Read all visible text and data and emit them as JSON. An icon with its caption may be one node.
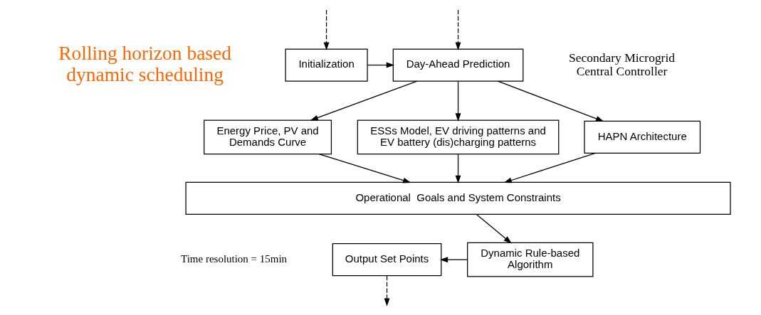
{
  "diagram": {
    "nodes": [
      {
        "text": [
          "Initialization"
        ]
      },
      {
        "text": [
          "Day-Ahead Prediction"
        ]
      },
      {
        "text": [
          "Energy Price, PV and Demands Curve"
        ]
      },
      {
        "text": [
          "ESSs Model, EV driving patterns and EV battery (dis)charging patterns"
        ]
      },
      {
        "text": [
          "HAPN Architecture"
        ]
      },
      {
        "text": [
          "Operational  Goals and System Constraints"
        ]
      },
      {
        "text": [
          "Dynamic Rule-based Algorithm"
        ]
      },
      {
        "text": [
          "Output Set Points"
        ]
      }
    ],
    "edges": [
      {
        "from": null,
        "to": 0,
        "arrow": "to",
        "style": "dashed"
      },
      {
        "from": null,
        "to": 1,
        "arrow": "to",
        "style": "dashed"
      },
      {
        "from": 0,
        "to": 1,
        "arrow": "to"
      },
      {
        "from": 1,
        "to": 2,
        "arrow": "to"
      },
      {
        "from": 1,
        "to": 3,
        "arrow": "to"
      },
      {
        "from": 1,
        "to": 4,
        "arrow": "to"
      },
      {
        "from": 2,
        "to": 5,
        "arrow": "to"
      },
      {
        "from": 3,
        "to": 5,
        "arrow": "to"
      },
      {
        "from": 4,
        "to": 5,
        "arrow": "to"
      },
      {
        "from": 5,
        "to": 6,
        "arrow": "to"
      },
      {
        "from": 6,
        "to": 7,
        "arrow": "to"
      },
      {
        "from": 7,
        "to": null,
        "arrow": "to",
        "style": "dashed"
      }
    ],
    "labels": [
      "Rolling horizon based dynamic scheduling",
      "Secondary Microgrid Central Controller",
      "Time resolution = 15min"
    ]
  }
}
